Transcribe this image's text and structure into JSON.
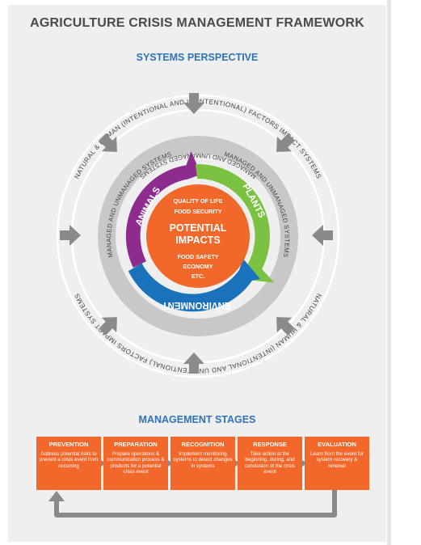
{
  "title": "AGRICULTURE CRISIS MANAGEMENT FRAMEWORK",
  "systems_heading": "SYSTEMS PERSPECTIVE",
  "outer_ring_top": "NATURAL & HUMAN (INTENTIONAL AND UNINTENTIONAL) FACTORS IMPACT SYSTEMS",
  "outer_ring_bottom": "NATURAL & HUMAN (INTENTIONAL AND UNINTENTIONAL) FACTORS IMPACT SYSTEMS",
  "inner_ring_left": "MANAGED AND UNMANAGED SYSTEMS",
  "inner_ring_right": "MANAGED AND UNMANAGED SYSTEMS",
  "inner_ring_bottom": "MANAGED AND UNMANAGED SYSTEMS",
  "segments": {
    "animals": {
      "label": "ANIMALS",
      "color": "#8e2b8f"
    },
    "plants": {
      "label": "PLANTS",
      "color": "#7cc242"
    },
    "environment": {
      "label": "ENVIRONMENT",
      "color": "#1a72bb"
    }
  },
  "center": {
    "color": "#f2672a",
    "top_lines": [
      "QUALITY OF LIFE",
      "FOOD SECURITY"
    ],
    "title_lines": [
      "POTENTIAL",
      "IMPACTS"
    ],
    "bottom_lines": [
      "FOOD SAFETY",
      "ECONOMY",
      "ETC."
    ]
  },
  "management_heading": "MANAGEMENT STAGES",
  "stages": [
    {
      "name": "PREVENTION",
      "desc": "Address potential risks to prevent a crisis event from occurring"
    },
    {
      "name": "PREPARATION",
      "desc": "Prepare operations & communication process & products for a potential crisis event"
    },
    {
      "name": "RECOGNITION",
      "desc": "Implement monitoring systems to detect changes in systems"
    },
    {
      "name": "RESPONSE",
      "desc": "Take action at the beginning, during, and conclusion of the crisis event"
    },
    {
      "name": "EVALUATION",
      "desc": "Learn from the event for system recovery & renewal"
    }
  ],
  "colors": {
    "stage": "#f2672a",
    "arrow": "#8a8a8a",
    "heading_blue": "#2f74b8"
  }
}
